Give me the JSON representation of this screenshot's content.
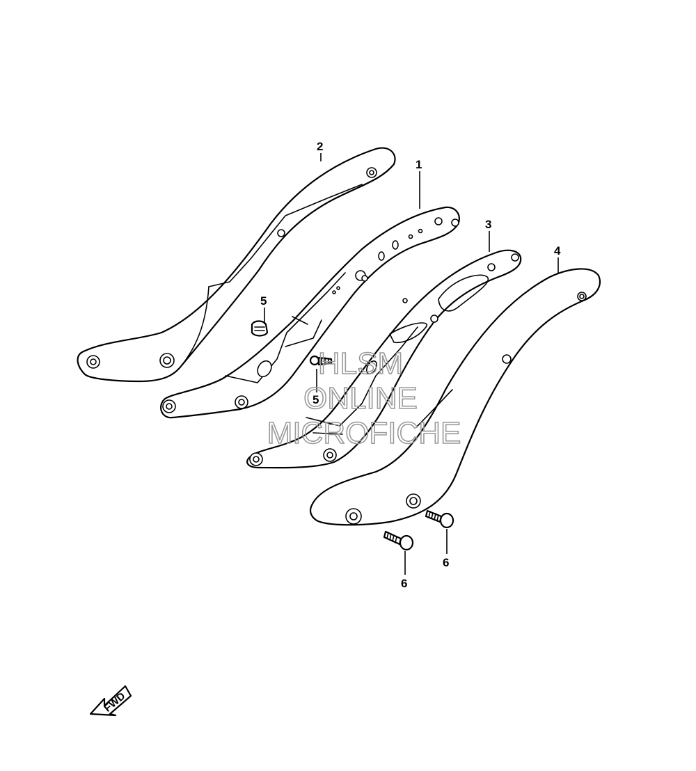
{
  "callouts": [
    {
      "id": "c1",
      "label": "1"
    },
    {
      "id": "c2",
      "label": "2"
    },
    {
      "id": "c3",
      "label": "3"
    },
    {
      "id": "c4",
      "label": "4"
    },
    {
      "id": "c5a",
      "label": "5"
    },
    {
      "id": "c5b",
      "label": "5"
    },
    {
      "id": "c6a",
      "label": "6"
    },
    {
      "id": "c6b",
      "label": "6"
    }
  ],
  "watermark": {
    "line1": "HLSM",
    "line2": "ONLINE",
    "line3": "MICROFICHE"
  },
  "direction_marker": {
    "label": "FWD"
  },
  "colors": {
    "line": "#000000",
    "background": "#ffffff",
    "watermark": "#9a9a9a"
  }
}
